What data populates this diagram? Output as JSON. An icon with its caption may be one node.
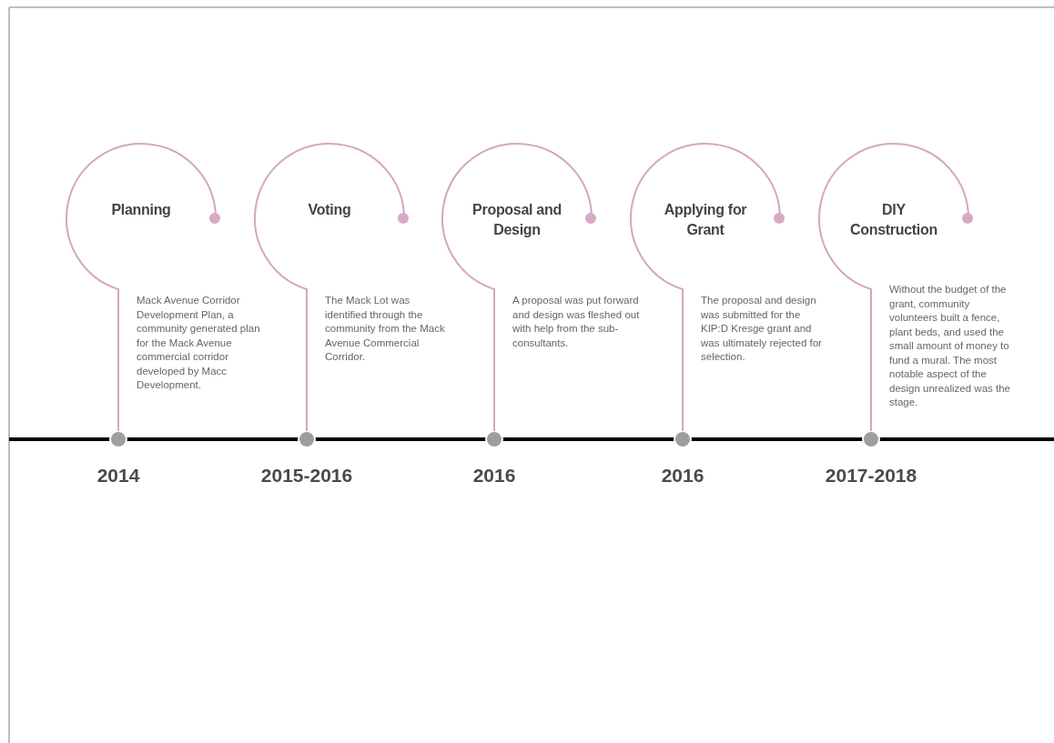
{
  "diagram": {
    "nodes": [
      {
        "text": [
          "Planning",
          "Mack Avenue Corridor Development Plan, a community generated plan for the Mack Avenue commercial corridor developed by Macc Development."
        ]
      },
      {
        "text": [
          "Voting",
          "The Mack Lot was identified through the community from the Mack Avenue Commercial Corridor."
        ]
      },
      {
        "text": [
          "Proposal and Design",
          "A proposal was put forward and design was fleshed out with help from the sub-consultants."
        ]
      },
      {
        "text": [
          "Applying for Grant",
          "The proposal and design was submitted for the KIP:D Kresge grant and was ultimately rejected for selection."
        ]
      },
      {
        "text": [
          "DIY Construction",
          "Without the budget of the grant, community volunteers built a fence, plant beds, and used the small amount of money to fund a mural. The most notable aspect of the design unrealized was the stage."
        ]
      }
    ],
    "labels": [
      "2014",
      "2015-2016",
      "2016",
      "2016",
      "2017-2018"
    ]
  }
}
